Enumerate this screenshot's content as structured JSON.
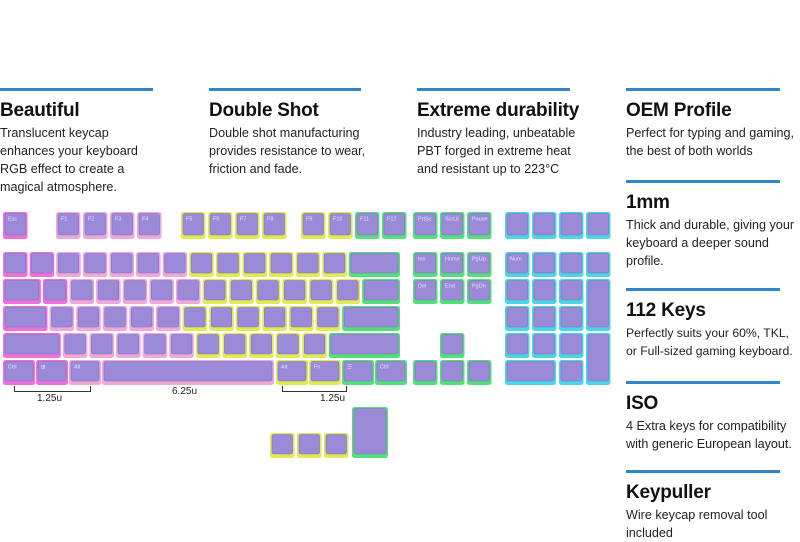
{
  "features": [
    {
      "id": "beautiful",
      "title": "Beautiful",
      "text": "Translucent keycap enhances your keyboard RGB effect to create a magical atmosphere."
    },
    {
      "id": "double-shot",
      "title": "Double Shot",
      "text": "Double shot manufacturing provides resistance to wear, friction and fade."
    },
    {
      "id": "extreme-durability",
      "title": "Extreme durability",
      "text": "Industry leading, unbeatable PBT forged in extreme heat and resistant up to 223°C"
    },
    {
      "id": "oem-profile",
      "title": "OEM Profile",
      "text": "Perfect for typing and gaming, the best of both worlds"
    },
    {
      "id": "1mm",
      "title": "1mm",
      "text": "Thick and durable, giving your keyboard a deeper sound profile."
    },
    {
      "id": "112-keys",
      "title": "112 Keys",
      "text": "Perfectly suits your 60%, TKL, or Full-sized gaming keyboard."
    },
    {
      "id": "iso",
      "title": "ISO",
      "text": "4 Extra keys for compatibility with generic European layout."
    },
    {
      "id": "keypuller",
      "title": "Keypuller",
      "text": "Wire keycap removal tool included"
    }
  ],
  "dimensions": {
    "left_mod": "1.25u",
    "spacebar": "6.25u",
    "right_mod": "1.25u"
  },
  "keys": {
    "esc": "Esc",
    "f1": "F1",
    "f2": "F2",
    "f3": "F3",
    "f4": "F4",
    "f5": "F5",
    "f6": "F6",
    "f7": "F7",
    "f8": "F8",
    "f9": "F9",
    "f10": "F10",
    "f11": "F11",
    "f12": "F12",
    "prtsc": "PrtSc",
    "scrlk": "ScrLk",
    "pause": "Pause",
    "num": "Num",
    "ins": "Ins",
    "home": "Home",
    "pgup": "PgUp",
    "del": "Del",
    "end": "End",
    "pgdn": "PgDn",
    "ctrl": "Ctrl",
    "win": "⊞",
    "alt": "Alt",
    "fn": "Fn",
    "menu": "☰"
  },
  "colors": {
    "cap_top": "#9b8ad8",
    "cap_edge": "#7f6fc4",
    "accent_bar": "#2f86c9",
    "glow_pink": "#ee70d8",
    "glow_yellow": "#e2ea52",
    "glow_green": "#52e07a",
    "glow_cyan": "#4ad6e4"
  }
}
